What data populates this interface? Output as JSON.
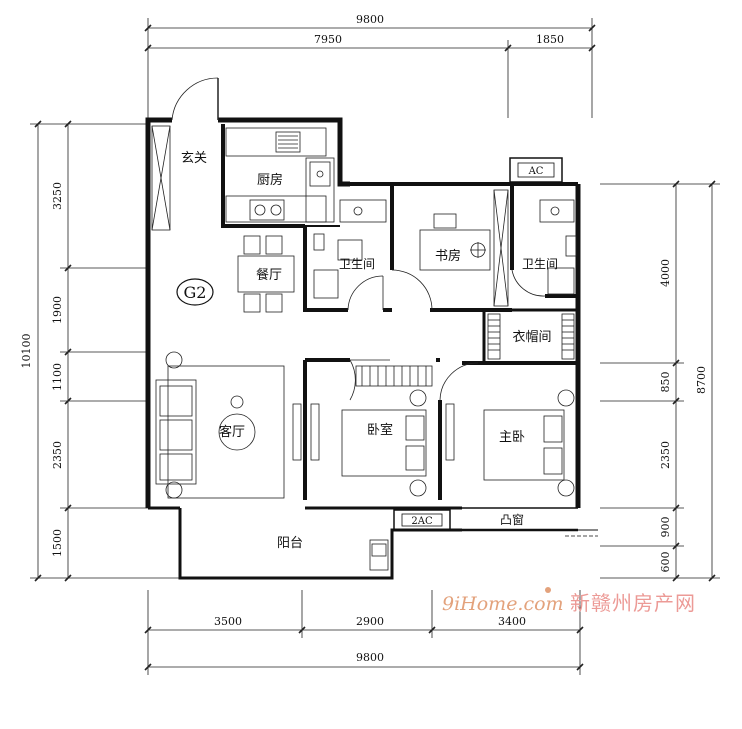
{
  "plan_code": "G2",
  "rooms": {
    "entry": "玄关",
    "kitchen": "厨房",
    "dining": "餐厅",
    "bath_left": "卫生间",
    "study": "书房",
    "bath_right": "卫生间",
    "walkin_closet": "衣帽间",
    "living": "客厅",
    "bedroom": "卧室",
    "master_bedroom": "主卧",
    "balcony": "阳台",
    "bay_window": "凸窗"
  },
  "ac_labels": {
    "top": "AC",
    "bottom": "2AC"
  },
  "dimensions": {
    "top_total": "9800",
    "top_left": "7950",
    "top_right": "1850",
    "bottom_a": "3500",
    "bottom_b": "2900",
    "bottom_c": "3400",
    "bottom_total": "9800",
    "left_total": "10100",
    "left_1": "3250",
    "left_2": "1900",
    "left_3": "1100",
    "left_4": "2350",
    "left_5": "1500",
    "right_total": "8700",
    "right_1": "4000",
    "right_2": "850",
    "right_3": "2350",
    "right_4": "900",
    "right_5": "600"
  },
  "watermark": {
    "site": "9iHome.com",
    "brand": "新赣州房产网"
  }
}
